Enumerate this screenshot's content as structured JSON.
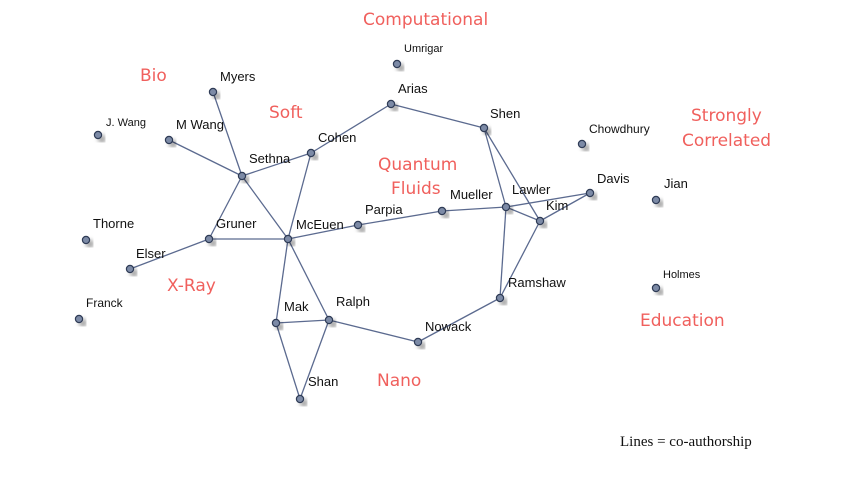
{
  "areas": {
    "computational": "Computational",
    "bio": "Bio",
    "soft": "Soft",
    "quantum_1": "Quantum",
    "quantum_2": "Fluids",
    "strongly_1": "Strongly",
    "strongly_2": "Correlated",
    "xray": "X-Ray",
    "nano": "Nano",
    "education": "Education"
  },
  "people": {
    "myers": "Myers",
    "mwang": "M Wang",
    "jwang": "J. Wang",
    "sethna": "Sethna",
    "cohen": "Cohen",
    "arias": "Arias",
    "umrigar": "Umrigar",
    "shen": "Shen",
    "chowdhury": "Chowdhury",
    "davis": "Davis",
    "jian": "Jian",
    "lawler": "Lawler",
    "kim": "Kim",
    "mueller": "Mueller",
    "parpia": "Parpia",
    "mceuen": "McEuen",
    "gruner": "Gruner",
    "thorne": "Thorne",
    "elser": "Elser",
    "franck": "Franck",
    "mak": "Mak",
    "ralph": "Ralph",
    "shan": "Shan",
    "nowack": "Nowack",
    "ramshaw": "Ramshaw",
    "holmes": "Holmes"
  },
  "edges": [
    [
      "myers",
      "sethna"
    ],
    [
      "mwang",
      "sethna"
    ],
    [
      "sethna",
      "cohen"
    ],
    [
      "sethna",
      "gruner"
    ],
    [
      "sethna",
      "mceuen"
    ],
    [
      "gruner",
      "elser"
    ],
    [
      "gruner",
      "mceuen"
    ],
    [
      "cohen",
      "arias"
    ],
    [
      "cohen",
      "mceuen"
    ],
    [
      "arias",
      "shen"
    ],
    [
      "shen",
      "lawler"
    ],
    [
      "shen",
      "kim"
    ],
    [
      "mceuen",
      "parpia"
    ],
    [
      "parpia",
      "mueller"
    ],
    [
      "mueller",
      "lawler"
    ],
    [
      "lawler",
      "davis"
    ],
    [
      "lawler",
      "kim"
    ],
    [
      "kim",
      "davis"
    ],
    [
      "lawler",
      "ramshaw"
    ],
    [
      "kim",
      "ramshaw"
    ],
    [
      "ramshaw",
      "nowack"
    ],
    [
      "nowack",
      "ralph"
    ],
    [
      "mceuen",
      "mak"
    ],
    [
      "mceuen",
      "ralph"
    ],
    [
      "mak",
      "ralph"
    ],
    [
      "mak",
      "shan"
    ],
    [
      "ralph",
      "shan"
    ]
  ],
  "caption": "Lines = co-authorship"
}
